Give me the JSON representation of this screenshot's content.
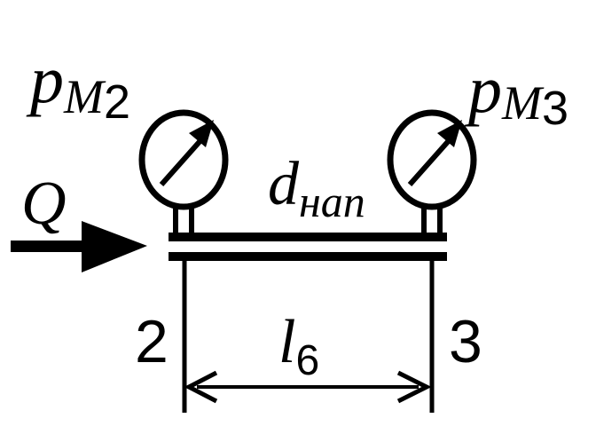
{
  "labels": {
    "pressure_2": {
      "symbol": "p",
      "subscript": "M",
      "index": "2"
    },
    "pressure_3": {
      "symbol": "p",
      "subscript": "M",
      "index": "3"
    },
    "flow": "Q",
    "diameter": {
      "symbol": "d",
      "subscript": "нап"
    },
    "section_2": "2",
    "section_3": "3",
    "length": {
      "symbol": "l",
      "subscript": "6"
    }
  },
  "colors": {
    "ink": "#000000",
    "background": "#ffffff"
  },
  "icons": [
    "pressure-gauge-icon",
    "flow-arrow-icon",
    "dimension-arrow-icon"
  ]
}
